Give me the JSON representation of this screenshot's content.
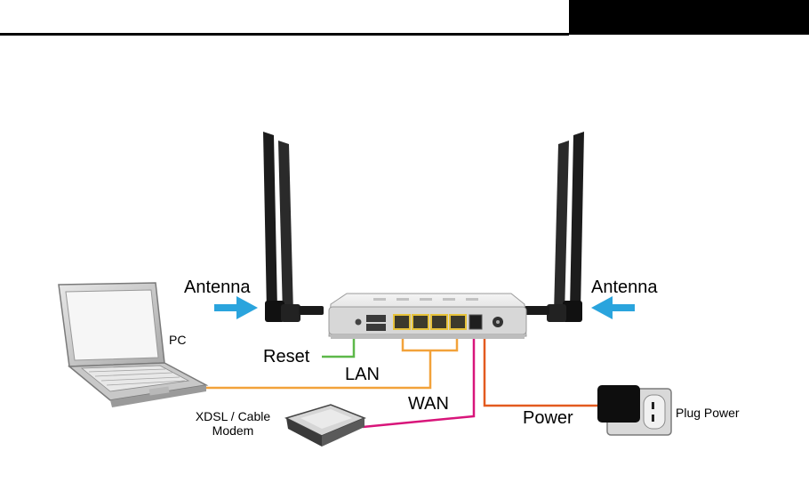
{
  "labels": {
    "antenna_left": "Antenna",
    "antenna_right": "Antenna",
    "pc": "PC",
    "reset": "Reset",
    "lan": "LAN",
    "wan": "WAN",
    "modem_line1": "XDSL / Cable",
    "modem_line2": "Modem",
    "power": "Power",
    "plug_power": "Plug Power"
  },
  "colors": {
    "header": "#000000",
    "arrow": "#2aa4dd",
    "reset_line": "#5db84a",
    "lan_line": "#f2a23a",
    "wan_line": "#d8157a",
    "power_line": "#e35a1f"
  }
}
